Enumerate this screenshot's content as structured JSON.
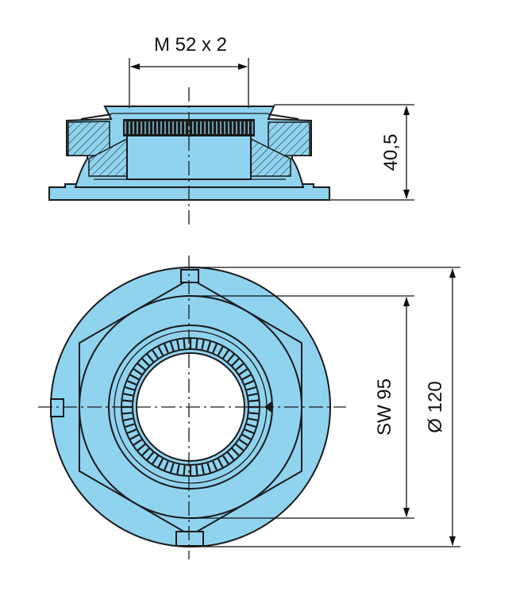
{
  "dimensions": {
    "thread_label": "M 52 x 2",
    "height_label": "40,5",
    "across_flats_label": "SW 95",
    "diameter_label": "Ø 120"
  },
  "colors": {
    "part_fill": "#8fd3ef",
    "line": "#1a1a1a",
    "background": "#ffffff"
  }
}
